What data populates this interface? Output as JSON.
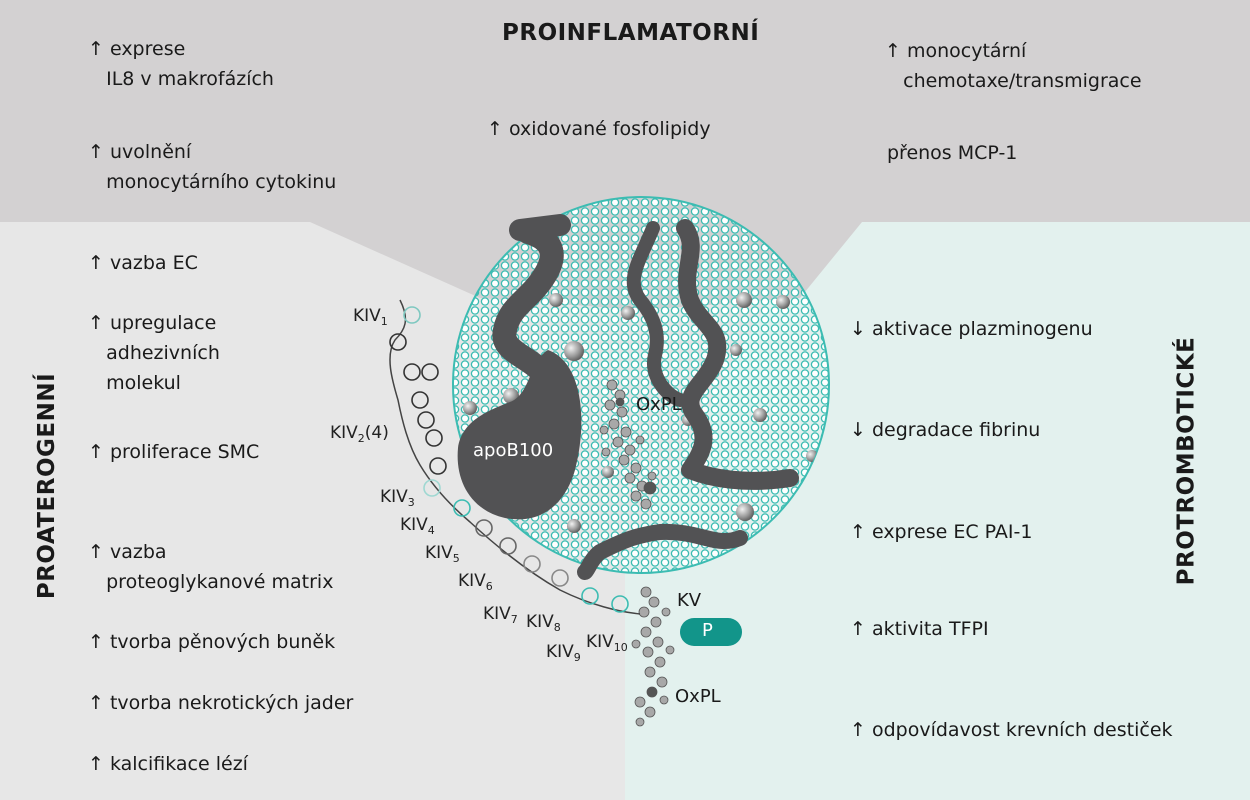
{
  "titles": {
    "top": "PROINFLAMATORNÍ",
    "left": "PROATEROGENNÍ",
    "right": "PROTROMBOTICKÉ"
  },
  "top_items": {
    "il8": "↑ exprese\n   IL8 v makrofázích",
    "cytokine": "↑ uvolnění\n   monocytárního cytokinu",
    "oxphos": "↑ oxidované fosfolipidy",
    "chemotaxe": "↑ monocytární\n   chemotaxe/transmigrace",
    "mcp1": "přenos MCP-1"
  },
  "left_items": {
    "ec": "↑ vazba EC",
    "adhesion": "↑ upregulace\n   adhezivních\n   molekul",
    "smc": "↑ proliferace SMC",
    "matrix": "↑ vazba\n   proteoglykanové matrix",
    "foam": "↑ tvorba pěnových buněk",
    "necrotic": "↑ tvorba nekrotických jader",
    "calc": "↑ kalcifikace lézí"
  },
  "right_items": {
    "plasminogen": "↓ aktivace plazminogenu",
    "fibrin": "↓ degradace fibrinu",
    "pai1": "↑ exprese EC PAI-1",
    "tfpi": "↑ aktivita TFPI",
    "platelets": "↑ odpovídavost krevních destiček"
  },
  "diagram_labels": {
    "apob": "apoB100",
    "oxpl_top": "OxPL",
    "oxpl_bottom": "OxPL",
    "kv": "KV",
    "p": "P"
  },
  "kringles": [
    {
      "base": "KIV",
      "sub": "1",
      "suffix": ""
    },
    {
      "base": "KIV",
      "sub": "2",
      "suffix": "(4)"
    },
    {
      "base": "KIV",
      "sub": "3",
      "suffix": ""
    },
    {
      "base": "KIV",
      "sub": "4",
      "suffix": ""
    },
    {
      "base": "KIV",
      "sub": "5",
      "suffix": ""
    },
    {
      "base": "KIV",
      "sub": "6",
      "suffix": ""
    },
    {
      "base": "KIV",
      "sub": "7",
      "suffix": ""
    },
    {
      "base": "KIV",
      "sub": "8",
      "suffix": ""
    },
    {
      "base": "KIV",
      "sub": "9",
      "suffix": ""
    },
    {
      "base": "KIV",
      "sub": "10",
      "suffix": ""
    }
  ],
  "colors": {
    "top_region": "#d3d1d2",
    "left_region": "#e7e7e7",
    "right_region": "#e3f1ee",
    "teal": "#3cbcb2",
    "dark_protein": "#525254",
    "p_pill": "#12958a"
  }
}
